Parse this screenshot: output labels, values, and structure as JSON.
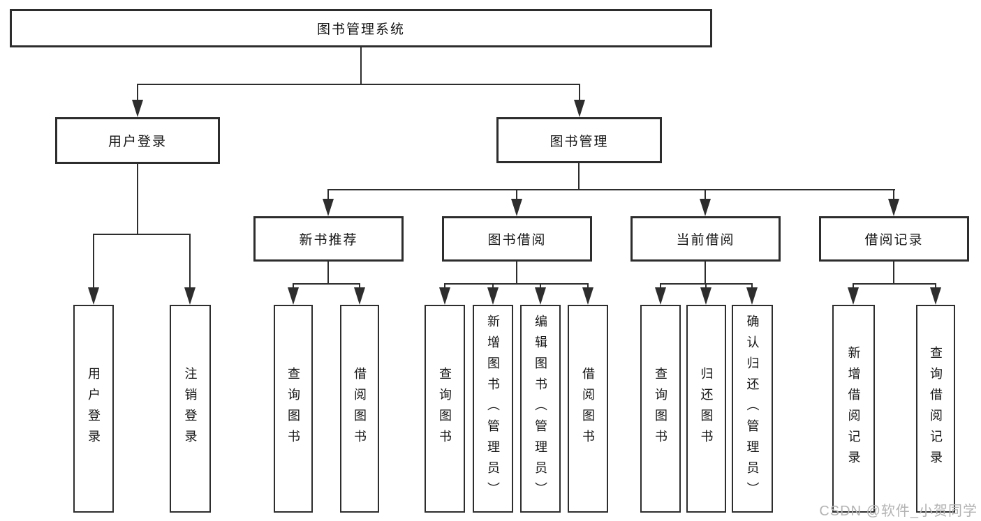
{
  "diagram": {
    "tree": {
      "label": "图书管理系统",
      "children": [
        {
          "label": "用户登录",
          "children": [
            "用户登录",
            "注销登录"
          ]
        },
        {
          "label": "图书管理",
          "children": [
            {
              "label": "新书推荐",
              "children": [
                "查询图书",
                "借阅图书"
              ]
            },
            {
              "label": "图书借阅",
              "children": [
                "查询图书",
                "新增图书（管理员）",
                "编辑图书（管理员）",
                "借阅图书"
              ]
            },
            {
              "label": "当前借阅",
              "children": [
                "查询图书",
                "归还图书",
                "确认归还（管理员）"
              ]
            },
            {
              "label": "借阅记录",
              "children": [
                "新增借阅记录",
                "查询借阅记录"
              ]
            }
          ]
        }
      ]
    },
    "colors": {
      "line": "#2d2d2d",
      "text": "#161616",
      "watermark": "#b3b3b3",
      "background": "#ffffff"
    }
  },
  "watermark": {
    "text": "CSDN @软件_小贺同学"
  }
}
